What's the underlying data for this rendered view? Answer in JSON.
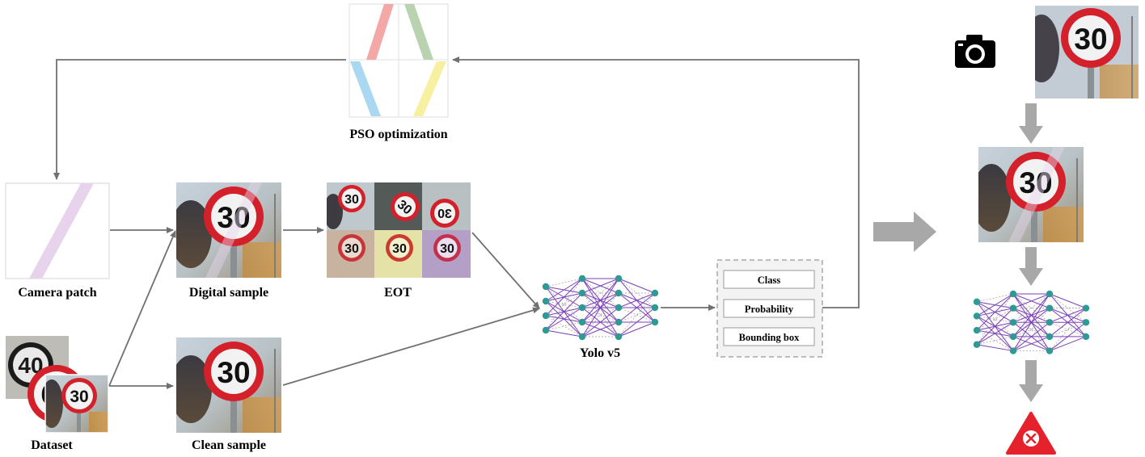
{
  "labels": {
    "pso": "PSO optimization",
    "camera_patch": "Camera patch",
    "digital_sample": "Digital sample",
    "eot": "EOT",
    "yolo": "Yolo v5",
    "dataset": "Dataset",
    "clean_sample": "Clean sample"
  },
  "outputs": [
    "Class",
    "Probability",
    "Bounding box"
  ],
  "sign": {
    "number": "30",
    "number_old": "40",
    "number_partial": "6"
  },
  "colors": {
    "arrow": "#707070",
    "big_arrow": "#a8a8a8",
    "sign_red": "#d3202a",
    "node": "#2e9a93",
    "edge": "#7b3fb8",
    "edge_dashed": "#9a9a9a",
    "patch_pink": "#f4a7a7",
    "patch_green": "#b9d3b0",
    "patch_blue": "#a9d8f0",
    "patch_yellow": "#f7f0a0",
    "patch_lavender": "#e7d4ec",
    "fail_red": "#e5222b"
  },
  "icons": [
    "camera-icon",
    "fail-warning-icon"
  ]
}
